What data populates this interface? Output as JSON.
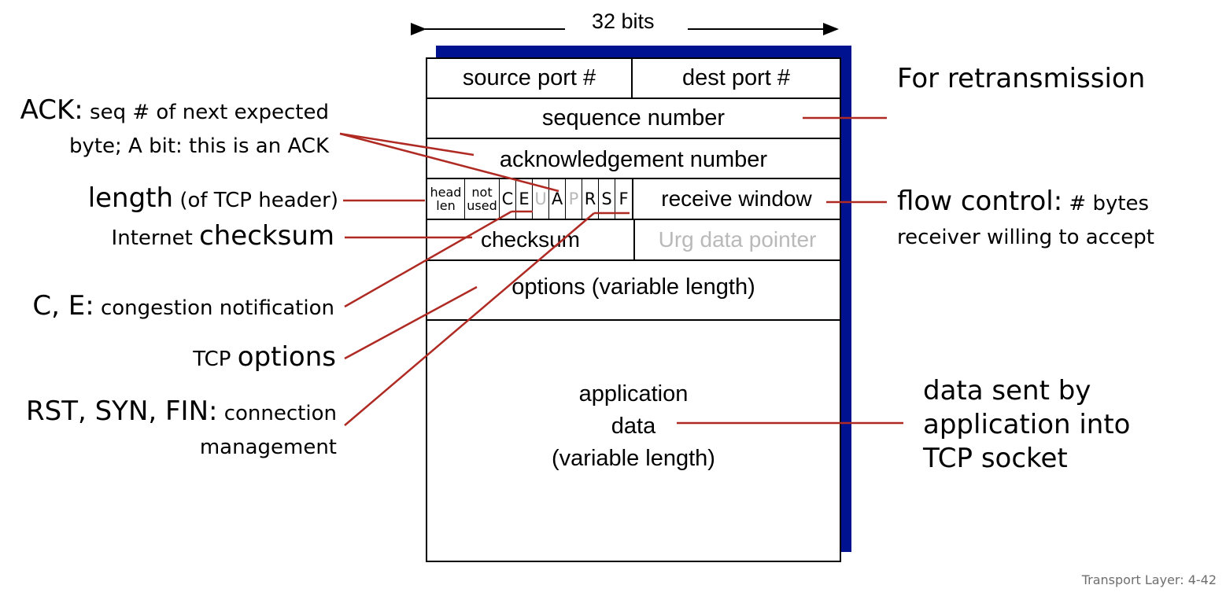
{
  "header": {
    "width_label": "32 bits"
  },
  "segment": {
    "rows": {
      "source_port": "source port #",
      "dest_port": "dest port #",
      "sequence_number": "sequence number",
      "ack_number": "acknowledgement number",
      "head_len": [
        "head",
        "len"
      ],
      "not_used": [
        "not",
        "used"
      ],
      "flags": [
        {
          "letter": "C",
          "muted": false
        },
        {
          "letter": "E",
          "muted": false
        },
        {
          "letter": "U",
          "muted": true
        },
        {
          "letter": "A",
          "muted": false
        },
        {
          "letter": "P",
          "muted": true
        },
        {
          "letter": "R",
          "muted": false
        },
        {
          "letter": "S",
          "muted": false
        },
        {
          "letter": "F",
          "muted": false
        }
      ],
      "receive_window": "receive window",
      "checksum": "checksum",
      "urg_pointer": "Urg data pointer",
      "options": "options (variable length)",
      "app_data": [
        "application",
        "data",
        "(variable length)"
      ]
    }
  },
  "annotations": {
    "ack": {
      "bold": "ACK:",
      "text1": " seq # of next expected",
      "text2": "byte; A bit: this is an ACK"
    },
    "length": {
      "bold": "length",
      "text": " (of TCP header)"
    },
    "checksum": {
      "prefix": "Internet ",
      "bold": "checksum"
    },
    "ce": {
      "bold": "C, E:",
      "text": " congestion notification"
    },
    "options": {
      "prefix": "TCP ",
      "bold": "options"
    },
    "rsf": {
      "bold": "RST, SYN, FIN:",
      "text1": " connection",
      "text2": "management"
    },
    "retransmission": "For retransmission",
    "flow": {
      "bold": "flow control:",
      "text1": " # bytes",
      "text2": "receiver willing to accept"
    },
    "data_sent": [
      "data sent by",
      "application into",
      "TCP socket"
    ]
  },
  "colors": {
    "leader_line": "#b02a24",
    "shadow": "#00128f",
    "muted_text": "#b9b9b9"
  },
  "footer": {
    "slide_label": "Transport Layer: 4-42"
  }
}
